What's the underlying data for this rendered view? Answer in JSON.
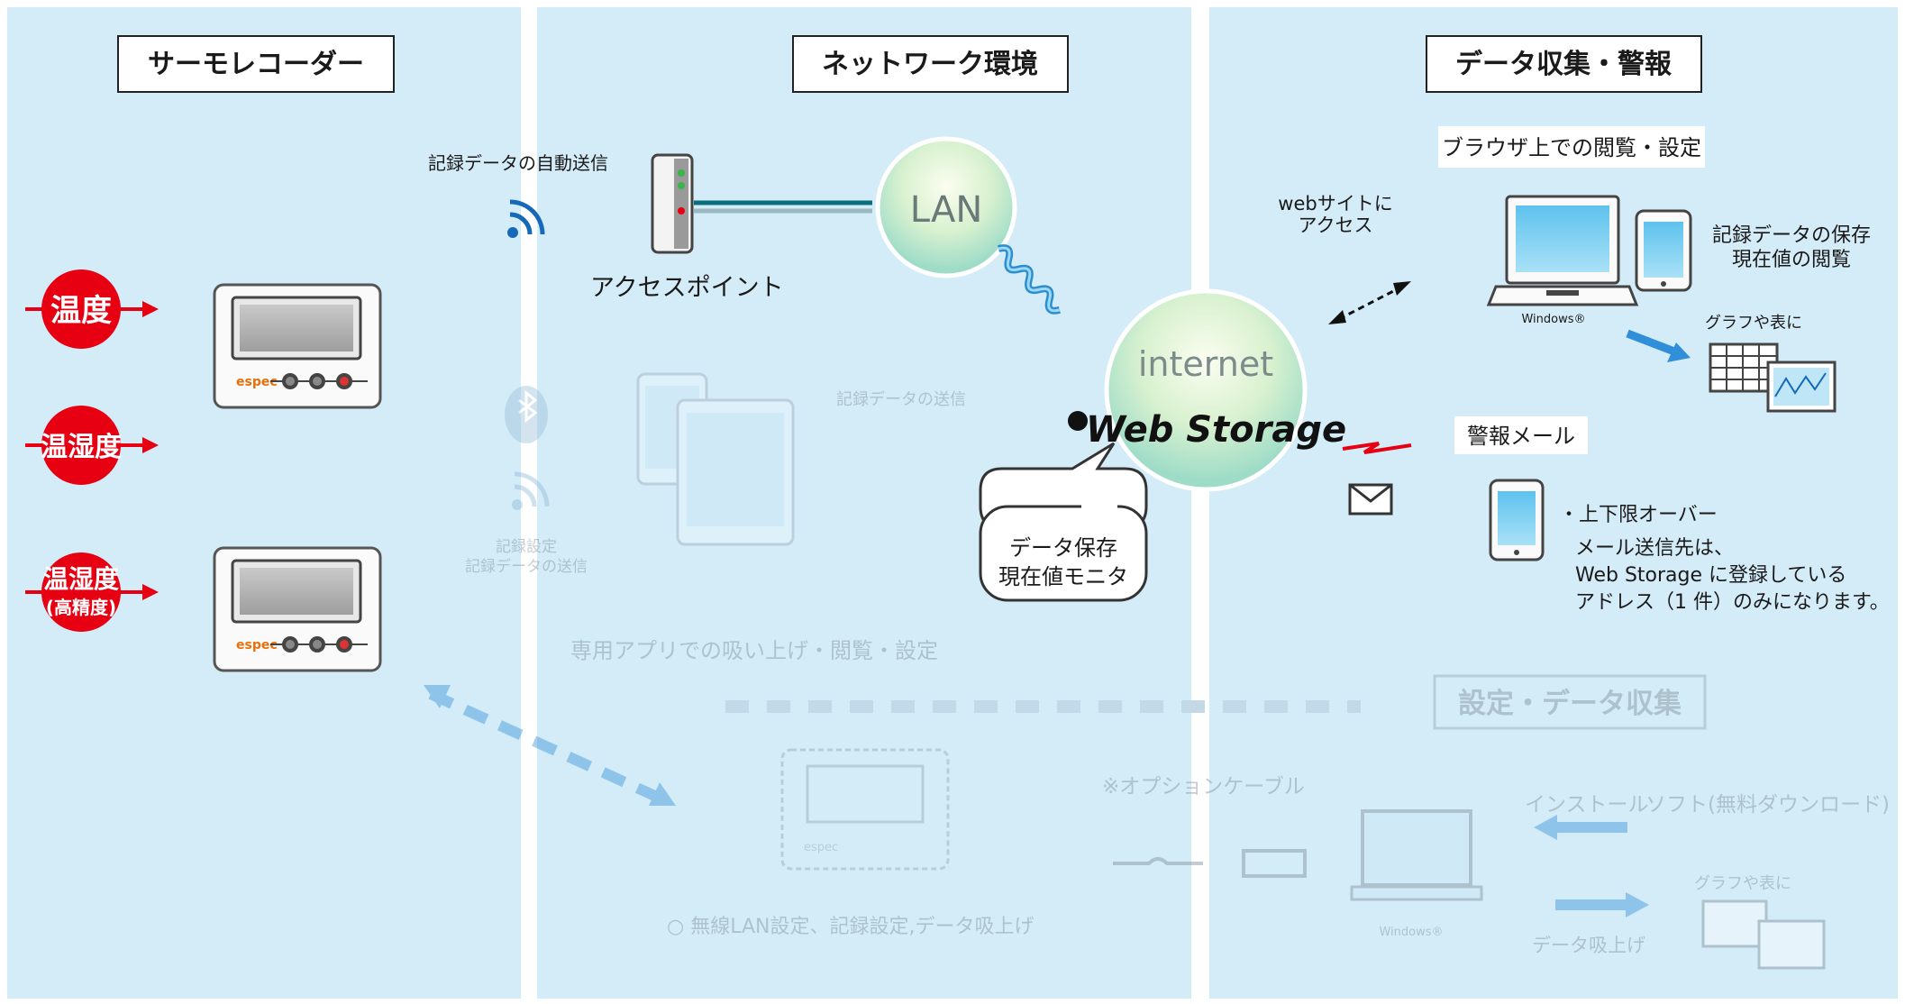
{
  "sections": {
    "recorder": "サーモレコーダー",
    "network": "ネットワーク環境",
    "collection": "データ収集・警報"
  },
  "sensors": [
    "温度",
    "温湿度",
    "温湿度",
    "(高精度)"
  ],
  "device_brand": "espec",
  "network": {
    "auto_send": "記録データの自動送信",
    "access_point": "アクセスポイント",
    "lan": "LAN",
    "internet": "internet",
    "web_storage": "Web Storage",
    "bubble_line1": "データ保存",
    "bubble_line2": "現在値モニタ",
    "faded_send": "記録データの送信",
    "faded_settings1": "記録設定",
    "faded_settings2": "記録データの送信",
    "faded_app": "専用アプリでの吸い上げ・閲覧・設定"
  },
  "collection": {
    "access_line1": "webサイトに",
    "access_line2": "アクセス",
    "browser_label": "ブラウザ上での閲覧・設定",
    "save_line1": "記録データの保存",
    "save_line2": "現在値の閲覧",
    "windows": "Windows®",
    "graph_label": "グラフや表に",
    "alarm_label": "警報メール",
    "alarm_line1": "・上下限オーバー",
    "alarm_line2": "メール送信先は、",
    "alarm_line3": "Web Storage に登録している",
    "alarm_line4": "アドレス（1 件）のみになります。"
  },
  "faded_bottom": {
    "setup_box": "設定・データ収集",
    "cable": "※オプションケーブル",
    "install": "インストール",
    "software": "ソフト(無料ダウンロード)",
    "windows": "Windows®",
    "collect": "データ吸上げ",
    "graph": "グラフや表に",
    "usb_note": "○ 無線LAN設定、記録設定,データ吸上げ"
  },
  "colors": {
    "panel": "#d4ebf8",
    "sensor_red": "#e60012",
    "arrow_blue": "#2f8fd8",
    "globe_green": "#c9eede",
    "faded": "#b8d0de"
  }
}
